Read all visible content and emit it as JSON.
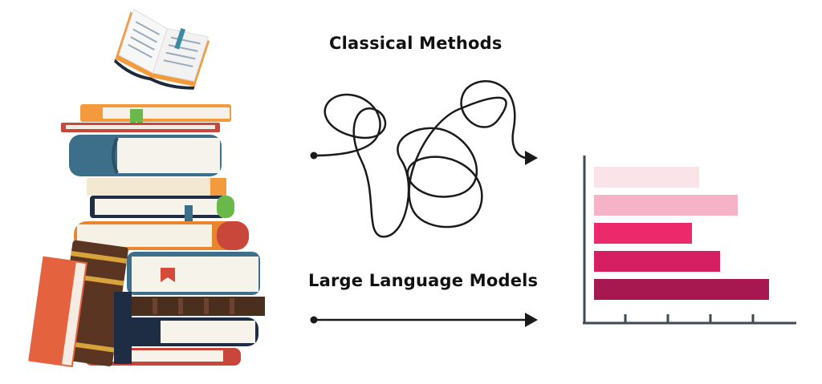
{
  "labels": {
    "classical": "Classical Methods",
    "llm": "Large Language Models"
  },
  "colors": {
    "arrow": "#1a1a1a",
    "axis": "#3d4a52",
    "bars": [
      "#fbe3ea",
      "#f6b3c8",
      "#ec2a6b",
      "#d61f63",
      "#a71750"
    ]
  },
  "chart_data": {
    "type": "bar",
    "orientation": "horizontal",
    "values": [
      0.6,
      0.82,
      0.56,
      0.72,
      1.0
    ]
  }
}
